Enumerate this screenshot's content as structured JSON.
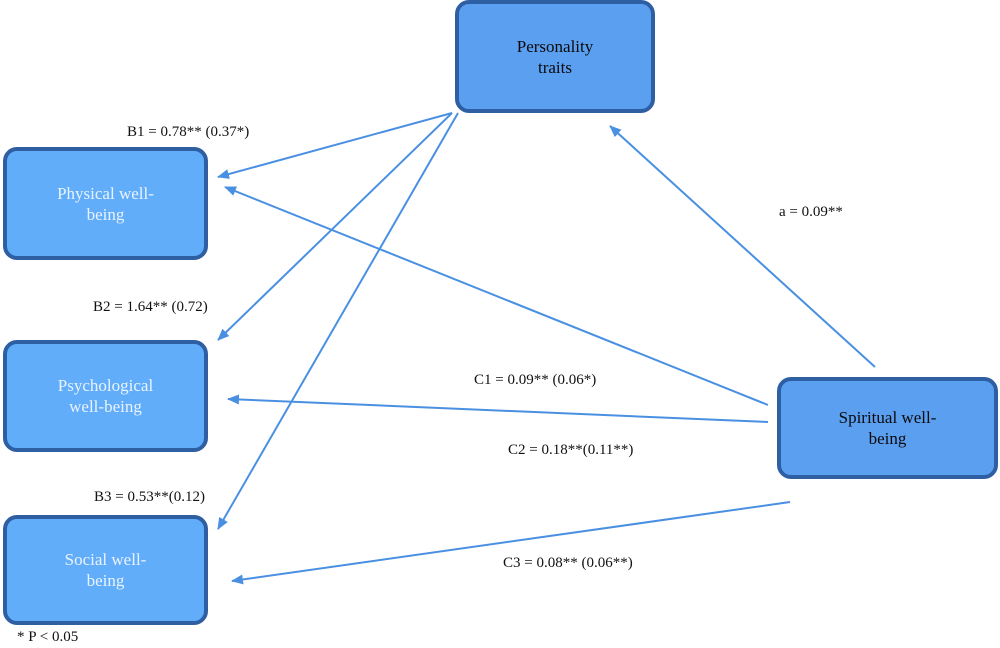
{
  "nodes": {
    "personality": "Personality traits",
    "physical": "Physical well-being",
    "psychological": "Psychological well-being",
    "social": "Social well-being",
    "spiritual": "Spiritual well-being"
  },
  "edge_labels": {
    "a": "a = 0.09**",
    "b1": "B1 = 0.78** (0.37*)",
    "b2": "B2 = 1.64** (0.72)",
    "b3": "B3 = 0.53**(0.12)",
    "c1": "C1 = 0.09** (0.06*)",
    "c2": "C2 = 0.18**(0.11**)",
    "c3": "C3 = 0.08** (0.06**)"
  },
  "footnote": "* P < 0.05",
  "colors": {
    "node_fill_light": "#62adfa",
    "node_fill_dark": "#5b9ff0",
    "node_border": "#2f5fa3",
    "arrow": "#4a90e2"
  },
  "edges": [
    {
      "id": "edge-a",
      "from": "spiritual",
      "to": "personality"
    },
    {
      "id": "edge-b1",
      "from": "personality",
      "to": "physical"
    },
    {
      "id": "edge-b2",
      "from": "personality",
      "to": "psychological"
    },
    {
      "id": "edge-b3",
      "from": "personality",
      "to": "social"
    },
    {
      "id": "edge-c1",
      "from": "spiritual",
      "to": "physical"
    },
    {
      "id": "edge-c2",
      "from": "spiritual",
      "to": "psychological"
    },
    {
      "id": "edge-c3",
      "from": "spiritual",
      "to": "social"
    }
  ]
}
